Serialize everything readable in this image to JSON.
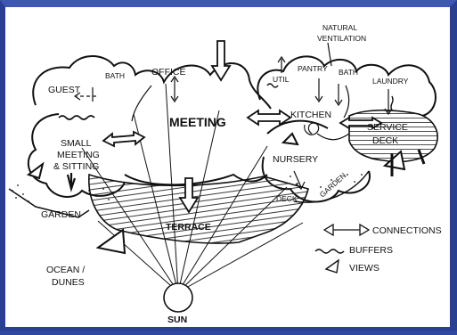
{
  "diagram": {
    "rooms": {
      "guest": "GUEST",
      "bath_left": "BATH",
      "office": "OFFICE",
      "meeting": "MEETING",
      "util": "UTIL",
      "pantry": "PANTRY",
      "bath_right": "BATH",
      "laundry": "LAUNDRY",
      "kitchen": "KITCHEN",
      "service_line1": "SERVICE",
      "service_line2": "DECK",
      "small_line1": "SMALL",
      "small_line2": "MEETING",
      "small_line3": "& SITTING",
      "nursery": "NURSERY",
      "deck": "DECK",
      "garden_right": "GARDEN",
      "garden_left": "GARDEN",
      "terrace": "TERRACE"
    },
    "natural_ventilation_line1": "NATURAL",
    "natural_ventilation_line2": "VENTILATION",
    "ocean_line1": "OCEAN /",
    "ocean_line2": "DUNES",
    "sun": "SUN",
    "legend": {
      "connections": "CONNECTIONS",
      "buffers": "BUFFERS",
      "views": "VIEWS"
    }
  }
}
